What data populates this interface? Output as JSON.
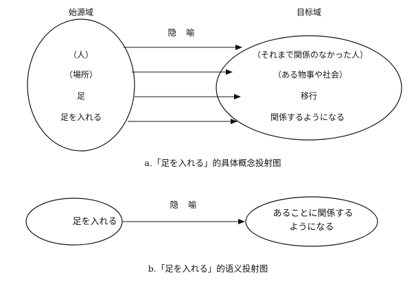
{
  "diagram_a": {
    "source_header": "始源域",
    "target_header": "目标域",
    "metaphor_label": "隐喻",
    "source_items": [
      "（人）",
      "（場所）",
      "足",
      "足を入れる"
    ],
    "target_items": [
      "（それまで関係のなかった人）",
      "（ある物事や社会）",
      "移行",
      "関係するようになる"
    ],
    "caption": "a.「足を入れる」的具体概念投射图"
  },
  "diagram_b": {
    "metaphor_label": "隐喻",
    "source_text": "足を入れる",
    "target_line1": "あることに関係する",
    "target_line2": "ようになる",
    "caption": "b.「足を入れる」的语义投射图"
  }
}
